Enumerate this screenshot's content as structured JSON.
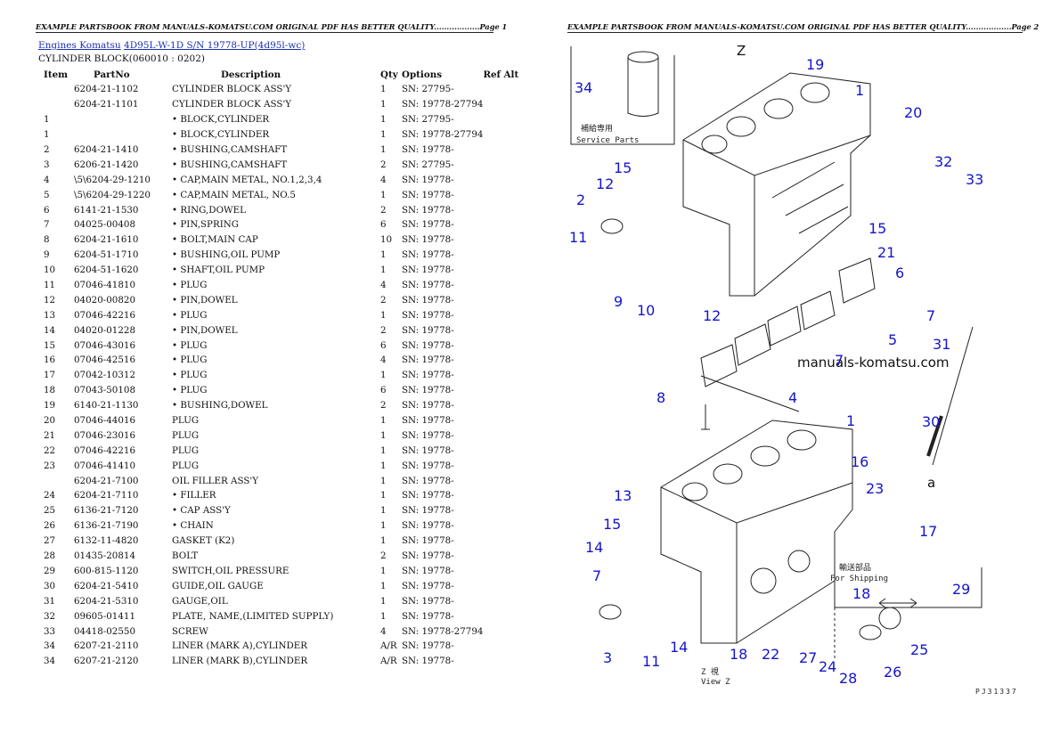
{
  "page1": {
    "header": "EXAMPLE PARTSBOOK FROM MANUALS-KOMATSU.COM ORIGINAL PDF HAS BETTER QUALITY..................Page 1",
    "breadcrumb": {
      "link1": "Engines Komatsu",
      "link2": "4D95L-W-1D S/N 19778-UP(4d95l-wc)"
    },
    "subtitle": "CYLINDER BLOCK(060010 : 0202)",
    "columns": {
      "item": "Item",
      "partno": "PartNo",
      "description": "Description",
      "qty": "Qty",
      "options": "Options",
      "refalt": "Ref Alt"
    },
    "rows": [
      [
        "",
        "6204-21-1102",
        "CYLINDER BLOCK ASS'Y",
        "1",
        "SN: 27795-"
      ],
      [
        "",
        "6204-21-1101",
        "CYLINDER BLOCK ASS'Y",
        "1",
        "SN: 19778-27794"
      ],
      [
        "1",
        "",
        "• BLOCK,CYLINDER",
        "1",
        "SN: 27795-"
      ],
      [
        "1",
        "",
        "• BLOCK,CYLINDER",
        "1",
        "SN: 19778-27794"
      ],
      [
        "2",
        "6204-21-1410",
        "• BUSHING,CAMSHAFT",
        "1",
        "SN: 19778-"
      ],
      [
        "3",
        "6206-21-1420",
        "• BUSHING,CAMSHAFT",
        "2",
        "SN: 27795-"
      ],
      [
        "4",
        "\\5\\6204-29-1210",
        "• CAP,MAIN METAL, NO.1,2,3,4",
        "4",
        "SN: 19778-"
      ],
      [
        "5",
        "\\5\\6204-29-1220",
        "• CAP,MAIN METAL, NO.5",
        "1",
        "SN: 19778-"
      ],
      [
        "6",
        "6141-21-1530",
        "• RING,DOWEL",
        "2",
        "SN: 19778-"
      ],
      [
        "7",
        "04025-00408",
        "• PIN,SPRING",
        "6",
        "SN: 19778-"
      ],
      [
        "8",
        "6204-21-1610",
        "• BOLT,MAIN CAP",
        "10",
        "SN: 19778-"
      ],
      [
        "9",
        "6204-51-1710",
        "• BUSHING,OIL PUMP",
        "1",
        "SN: 19778-"
      ],
      [
        "10",
        "6204-51-1620",
        "• SHAFT,OIL PUMP",
        "1",
        "SN: 19778-"
      ],
      [
        "11",
        "07046-41810",
        "• PLUG",
        "4",
        "SN: 19778-"
      ],
      [
        "12",
        "04020-00820",
        "• PIN,DOWEL",
        "2",
        "SN: 19778-"
      ],
      [
        "13",
        "07046-42216",
        "• PLUG",
        "1",
        "SN: 19778-"
      ],
      [
        "14",
        "04020-01228",
        "• PIN,DOWEL",
        "2",
        "SN: 19778-"
      ],
      [
        "15",
        "07046-43016",
        "• PLUG",
        "6",
        "SN: 19778-"
      ],
      [
        "16",
        "07046-42516",
        "• PLUG",
        "4",
        "SN: 19778-"
      ],
      [
        "17",
        "07042-10312",
        "• PLUG",
        "1",
        "SN: 19778-"
      ],
      [
        "18",
        "07043-50108",
        "• PLUG",
        "6",
        "SN: 19778-"
      ],
      [
        "19",
        "6140-21-1130",
        "• BUSHING,DOWEL",
        "2",
        "SN: 19778-"
      ],
      [
        "20",
        "07046-44016",
        "PLUG",
        "1",
        "SN: 19778-"
      ],
      [
        "21",
        "07046-23016",
        "PLUG",
        "1",
        "SN: 19778-"
      ],
      [
        "22",
        "07046-42216",
        "PLUG",
        "1",
        "SN: 19778-"
      ],
      [
        "23",
        "07046-41410",
        "PLUG",
        "1",
        "SN: 19778-"
      ],
      [
        "",
        "6204-21-7100",
        "OIL FILLER ASS'Y",
        "1",
        "SN: 19778-"
      ],
      [
        "24",
        "6204-21-7110",
        "• FILLER",
        "1",
        "SN: 19778-"
      ],
      [
        "25",
        "6136-21-7120",
        "• CAP ASS'Y",
        "1",
        "SN: 19778-"
      ],
      [
        "26",
        "6136-21-7190",
        "• CHAIN",
        "1",
        "SN: 19778-"
      ],
      [
        "27",
        "6132-11-4820",
        "GASKET (K2)",
        "1",
        "SN: 19778-"
      ],
      [
        "28",
        "01435-20814",
        "BOLT",
        "2",
        "SN: 19778-"
      ],
      [
        "29",
        "600-815-1120",
        "SWITCH,OIL PRESSURE",
        "1",
        "SN: 19778-"
      ],
      [
        "30",
        "6204-21-5410",
        "GUIDE,OIL GAUGE",
        "1",
        "SN: 19778-"
      ],
      [
        "31",
        "6204-21-5310",
        "GAUGE,OIL",
        "1",
        "SN: 19778-"
      ],
      [
        "32",
        "09605-01411",
        "PLATE, NAME,(LIMITED SUPPLY)",
        "1",
        "SN: 19778-"
      ],
      [
        "33",
        "04418-02550",
        "SCREW",
        "4",
        "SN: 19778-27794"
      ],
      [
        "34",
        "6207-21-2110",
        "LINER (MARK A),CYLINDER",
        "A/R",
        "SN: 19778-"
      ],
      [
        "34",
        "6207-21-2120",
        "LINER (MARK B),CYLINDER",
        "A/R",
        "SN: 19778-"
      ]
    ]
  },
  "page2": {
    "header": "EXAMPLE PARTSBOOK FROM MANUALS-KOMATSU.COM ORIGINAL PDF HAS BETTER QUALITY..................Page 2",
    "watermark": "manuals-komatsu.com",
    "service_parts_jp": "補給専用",
    "service_parts": "Service Parts",
    "shipping_jp": "輸送部品",
    "shipping": "For Shipping",
    "view_jp": "Z 視",
    "view": "View Z",
    "z_mark": "Z",
    "a_mark": "a",
    "drawing_code": "PJ31337",
    "callouts": [
      "34",
      "19",
      "1",
      "20",
      "32",
      "33",
      "15",
      "12",
      "2",
      "15",
      "11",
      "21",
      "6",
      "9",
      "10",
      "12",
      "7",
      "5",
      "31",
      "7",
      "4",
      "8",
      "30",
      "1",
      "16",
      "13",
      "23",
      "15",
      "17",
      "14",
      "7",
      "18",
      "29",
      "3",
      "11",
      "14",
      "18",
      "22",
      "27",
      "24",
      "25",
      "28",
      "26"
    ]
  }
}
